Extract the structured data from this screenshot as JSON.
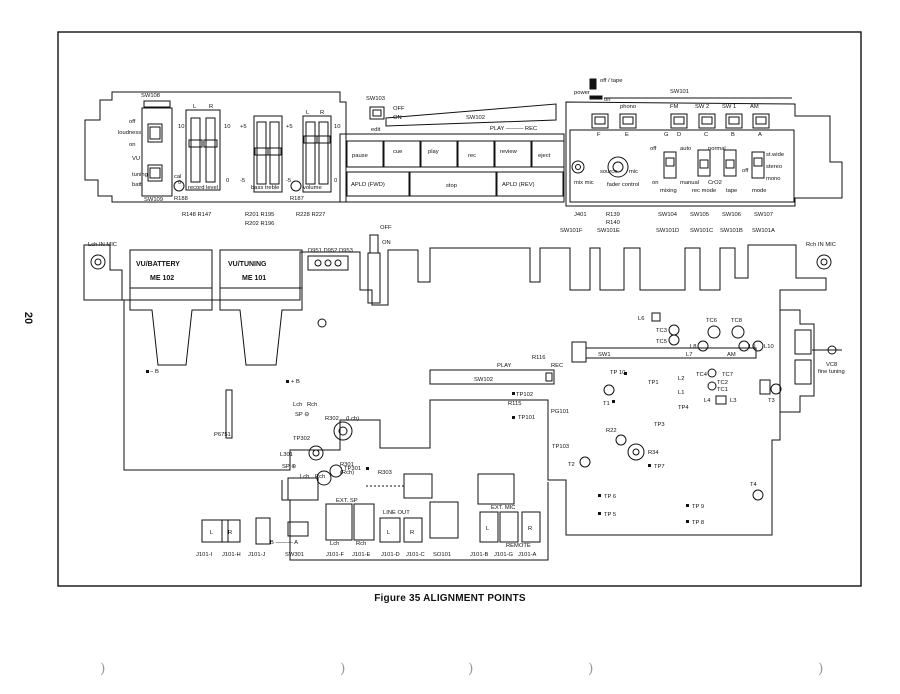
{
  "page_number": "20",
  "figure_caption": "Figure 35 ALIGNMENT POINTS",
  "top_panel": {
    "sw108": "SW108",
    "loudness_label": "loudness",
    "loud_off": "off",
    "loud_on": "on",
    "vu": "VU",
    "tuning": "tuning",
    "batt": "batt",
    "sw109": "SW109",
    "l": "L",
    "r": "R",
    "scale_10": "10",
    "scale_0": "0",
    "scale_p5": "+5",
    "scale_m5": "-5",
    "record_level": "record level",
    "bass_treble": "bass  treble",
    "volume": "volume",
    "r188": "R188",
    "r187": "R187",
    "cal": "cal",
    "r148_147": "R148 R147",
    "r201_195": "R201 R195",
    "r202_196": "R202 R196",
    "r228_227": "R228 R227",
    "sw103": "SW103",
    "off": "OFF",
    "on": "ON",
    "edit": "edit",
    "sw102": "SW102",
    "play_rec": "PLAY ——— REC",
    "btn_pause": "pause",
    "btn_cue": "cue",
    "btn_play": "play",
    "btn_rec": "rec",
    "btn_review": "review",
    "btn_eject": "eject",
    "btn_apld_fwd": "APLD (FWD)",
    "btn_stop": "stop",
    "btn_apld_rev": "APLD (REV)",
    "sw101": "SW101",
    "off_tape": "off / tape",
    "power": "power",
    "power_on": "on",
    "phono": "phono",
    "fm": "FM",
    "sw2": "SW 2",
    "sw1": "SW 1",
    "am": "AM",
    "sel_f": "F",
    "sel_e": "E",
    "sel_g": "G",
    "sel_d": "D",
    "sel_c": "C",
    "sel_b": "B",
    "sel_a": "A",
    "mix_mic": "mix mic",
    "source": "source",
    "mic": "mic",
    "fader_control": "fader control",
    "sw_off": "off",
    "sw_on": "on",
    "mixing": "mixing",
    "auto": "auto",
    "manual": "manual",
    "rec_mode": "rec mode",
    "normal": "normal",
    "cro2": "CrO2",
    "tape": "tape",
    "mode": "mode",
    "stwide": "st.wide",
    "stereo": "stereo",
    "mono": "mono",
    "mode_off": "off",
    "j401": "J401",
    "r139": "R139",
    "r140": "R140",
    "sw104": "SW104",
    "sw105": "SW105",
    "sw106": "SW106",
    "sw107": "SW107",
    "sw101f": "SW101F",
    "sw101e": "SW101E",
    "sw101d": "SW101D",
    "sw101c": "SW101C",
    "sw101b": "SW101B",
    "sw101a": "SW101A"
  },
  "main_board": {
    "lch_in_mic": "Lch IN MIC",
    "rch_in_mic": "Rch IN MIC",
    "vu_battery": "VU/BATTERY",
    "me102": "ME 102",
    "vu_tuning": "VU/TUNING",
    "me101": "ME 101",
    "d951_953": "D951 D952 D953",
    "off": "OFF",
    "on": "ON",
    "minus_b": "− B",
    "plus_b": "+ B",
    "p6751": "P6751",
    "lch": "Lch",
    "rch": "Rch",
    "sp_minus": "SP ⊖",
    "r302": "R302",
    "lch_paren": "(Lch)",
    "tp302": "TP302",
    "l301": "L301",
    "sp_plus": "SP ⊕",
    "r301": "R301",
    "rch_paren": "(Rch)",
    "tp301": "TP301",
    "r303": "R303",
    "sw102": "SW102",
    "play": "PLAY",
    "rec": "REC",
    "r116": "R116",
    "r115": "R115",
    "sw1": "SW1",
    "l7": "L7",
    "am": "AM",
    "tp10": "TP 10",
    "tp102": "TP102",
    "tp101": "TP101",
    "pg101": "PG101",
    "tp103": "TP103",
    "t1": "T1",
    "t2": "T2",
    "t3": "T3",
    "t4": "T4",
    "tp1": "TP1",
    "tp3": "TP3",
    "tp4": "TP4",
    "tp5": "TP 5",
    "tp6": "TP 6",
    "tp7": "TP7",
    "tp8": "TP 8",
    "tp9": "TP 9",
    "r22": "R22",
    "r34": "R34",
    "l1": "L1",
    "l2": "L2",
    "l3": "L3",
    "l4": "L4",
    "l6": "L6",
    "l8": "L8",
    "l9": "L9",
    "l10": "L10",
    "tc1": "TC1",
    "tc2": "TC2",
    "tc3": "TC3",
    "tc4": "TC4",
    "tc5": "TC5",
    "tc6": "TC6",
    "tc7": "TC7",
    "tc8": "TC8",
    "vc8": "VC8",
    "fine_tuning": "fine tuning",
    "ext_sp": "EXT. SP",
    "line_out": "LINE OUT",
    "ext_mic": "EXT. MIC",
    "remote": "REMOTE",
    "l_letter": "L",
    "r_letter": "R",
    "b_a": "B ——— A",
    "j101i": "J101-I",
    "j101h": "J101-H",
    "j101j": "J101-J",
    "sw301": "SW301",
    "j101f": "J101-F",
    "j101e": "J101-E",
    "j101d": "J101-D",
    "j101c": "J101-C",
    "so101": "SO101",
    "j101b": "J101-B",
    "j101g": "J101-G",
    "j101a": "J101-A"
  },
  "colors": {
    "ink": "#111111",
    "paper": "#ffffff",
    "hole_mark": "#999999"
  }
}
